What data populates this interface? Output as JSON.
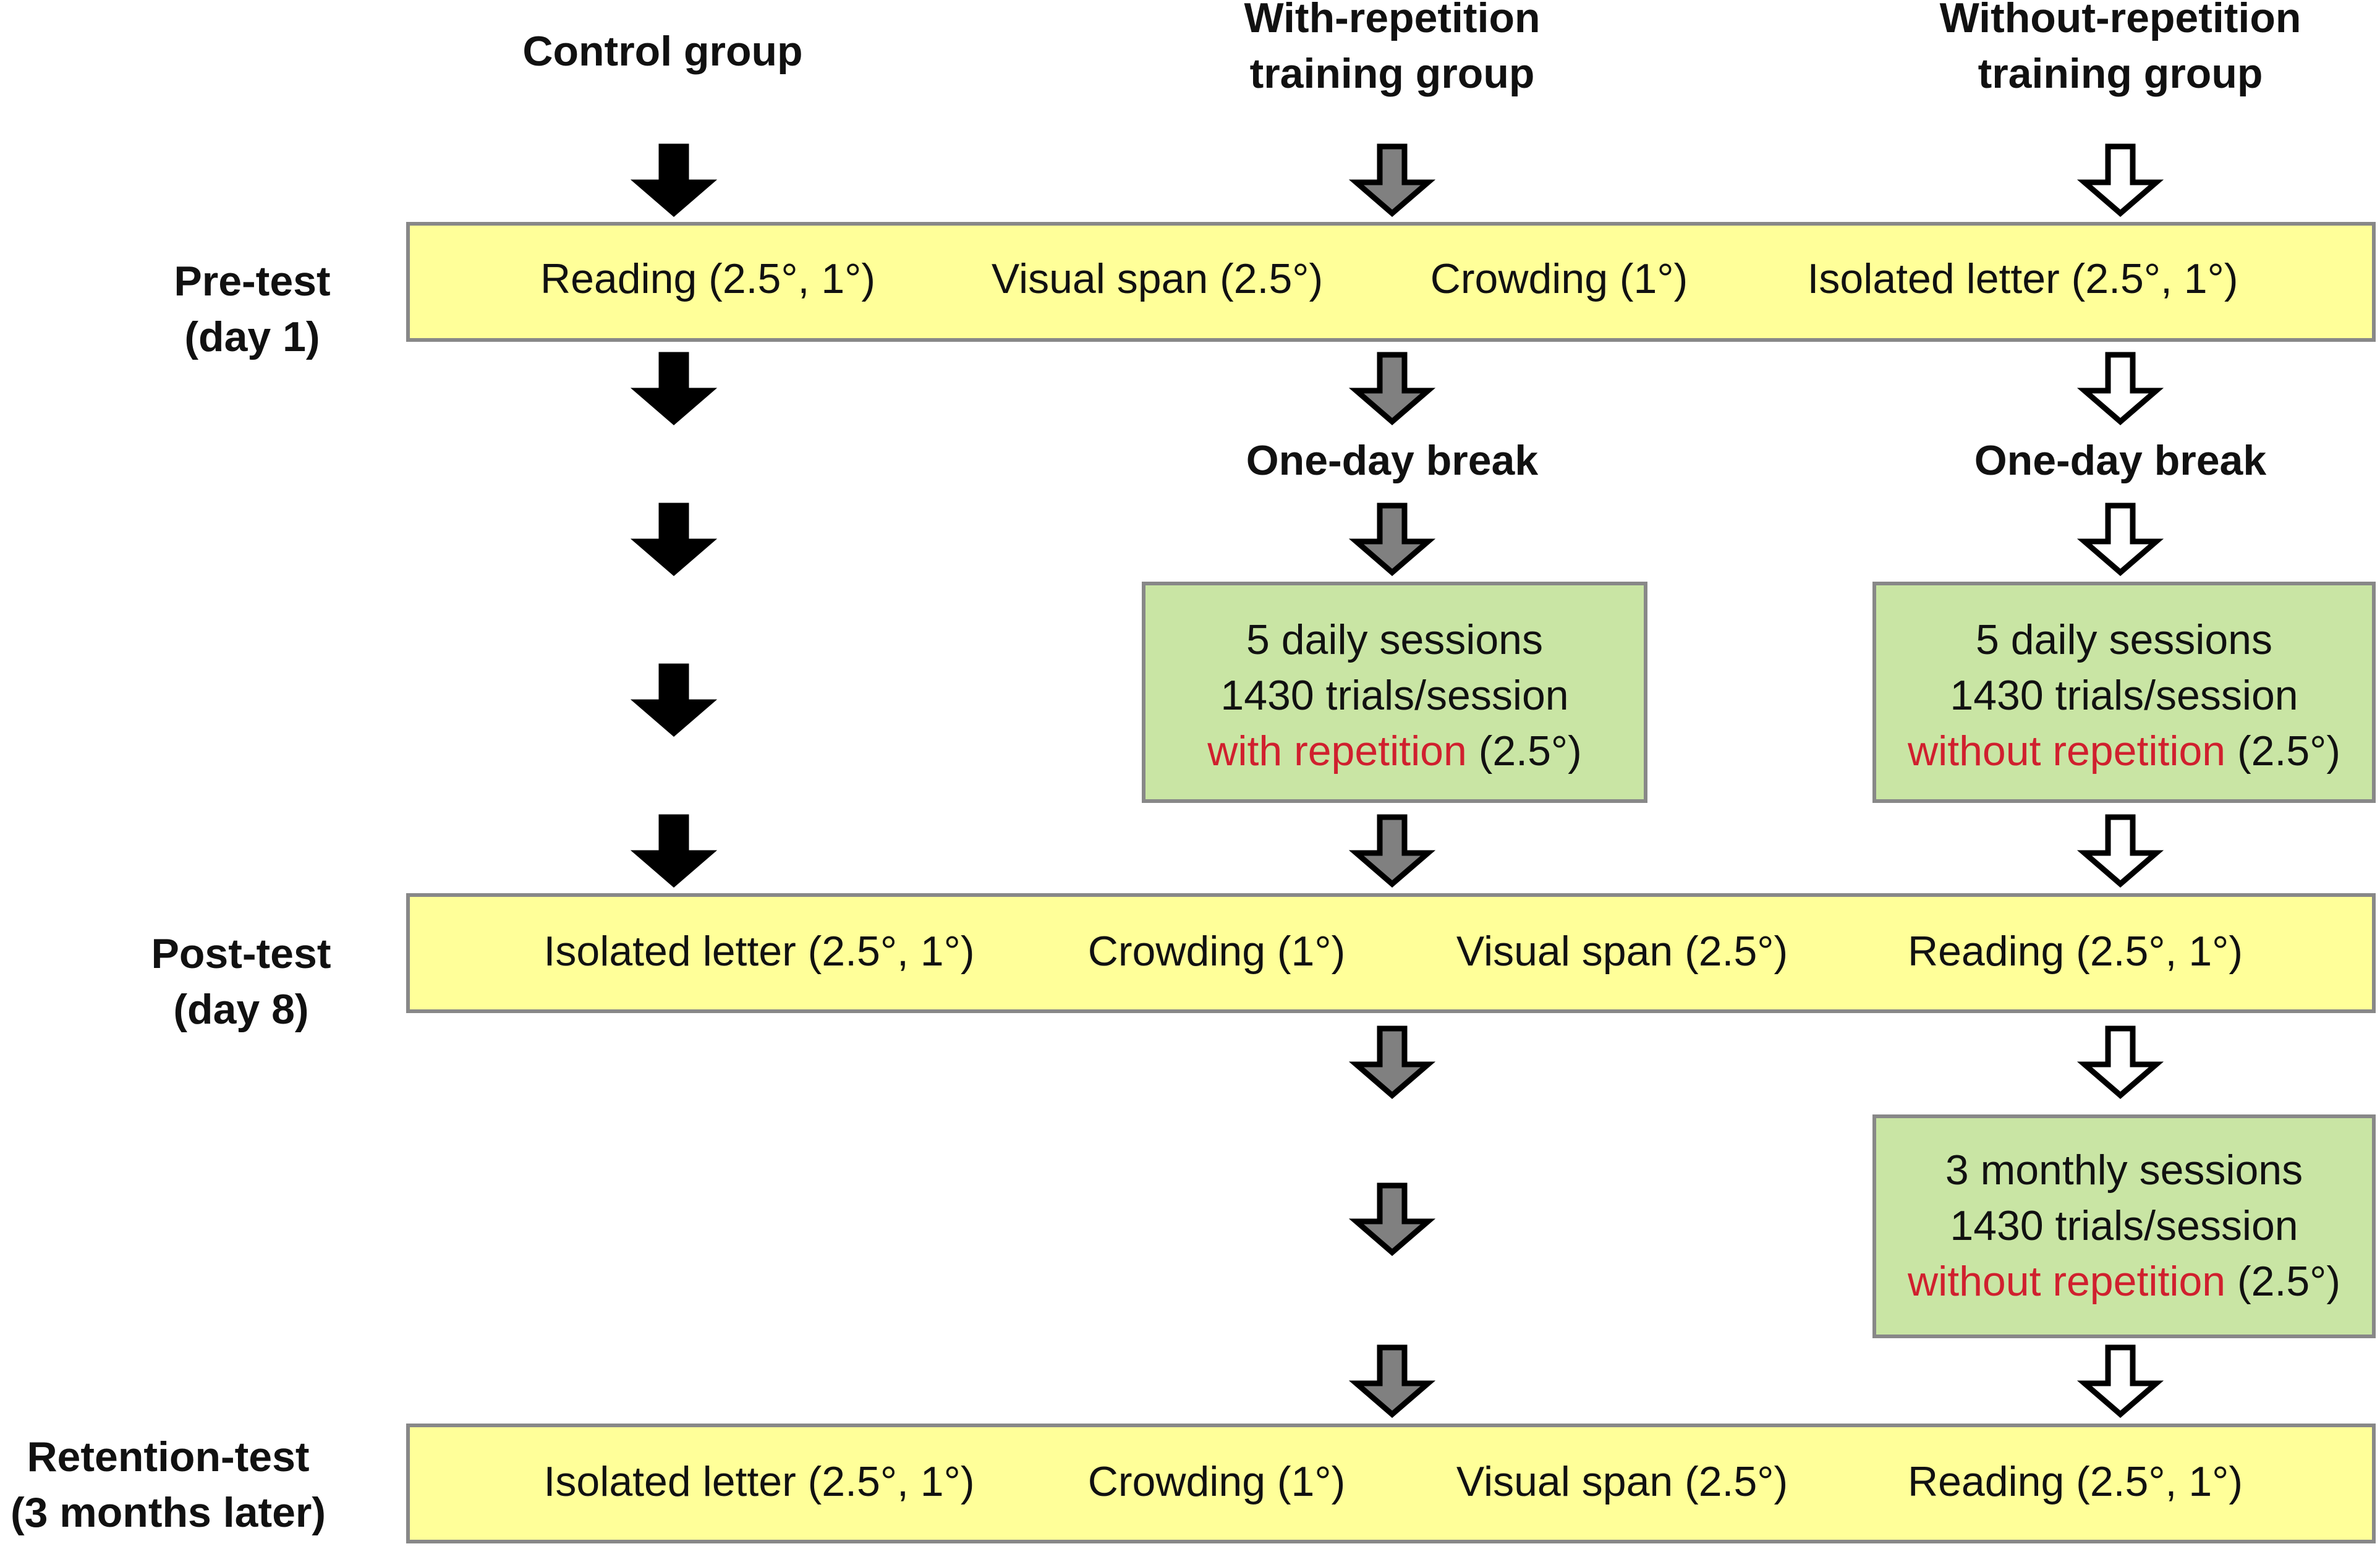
{
  "colors": {
    "test_box_fill": "#ffff99",
    "training_box_fill": "#c9e5a4",
    "box_stroke": "#888888",
    "highlight_text": "#d0202e",
    "arrow_control": "#000000",
    "arrow_with_repetition": "#808080",
    "arrow_without_repetition": "#ffffff"
  },
  "groups": {
    "control": {
      "label_lines": [
        "Control group"
      ],
      "arrow_style": "solid-black"
    },
    "with_repetition": {
      "label_lines": [
        "With-repetition",
        "training group"
      ],
      "arrow_style": "solid-gray"
    },
    "without_repetition": {
      "label_lines": [
        "Without-repetition",
        "training group"
      ],
      "arrow_style": "hollow-white"
    }
  },
  "stages": {
    "pre": {
      "label_lines": [
        "Pre-test",
        "(day 1)"
      ],
      "tests": [
        "Reading (2.5°, 1°)",
        "Visual span (2.5°)",
        "Crowding (1°)",
        "Isolated letter (2.5°, 1°)"
      ]
    },
    "post": {
      "label_lines": [
        "Post-test",
        "(day 8)"
      ],
      "tests": [
        "Isolated letter (2.5°, 1°)",
        "Crowding (1°)",
        "Visual span (2.5°)",
        "Reading (2.5°, 1°)"
      ]
    },
    "retention": {
      "label_lines": [
        "Retention-test",
        "(3 months later)"
      ],
      "tests": [
        "Isolated letter (2.5°, 1°)",
        "Crowding (1°)",
        "Visual span (2.5°)",
        "Reading (2.5°, 1°)"
      ]
    }
  },
  "breaks": {
    "with_repetition": "One-day break",
    "without_repetition": "One-day break"
  },
  "training": {
    "with_daily": {
      "line1": "5 daily sessions",
      "line2": "1430 trials/session",
      "highlight": "with repetition",
      "suffix": " (2.5°)"
    },
    "without_daily": {
      "line1": "5 daily sessions",
      "line2": "1430 trials/session",
      "highlight": "without repetition",
      "suffix": " (2.5°)"
    },
    "without_monthly": {
      "line1": "3 monthly sessions",
      "line2": "1430 trials/session",
      "highlight": "without repetition",
      "suffix": " (2.5°)"
    }
  }
}
